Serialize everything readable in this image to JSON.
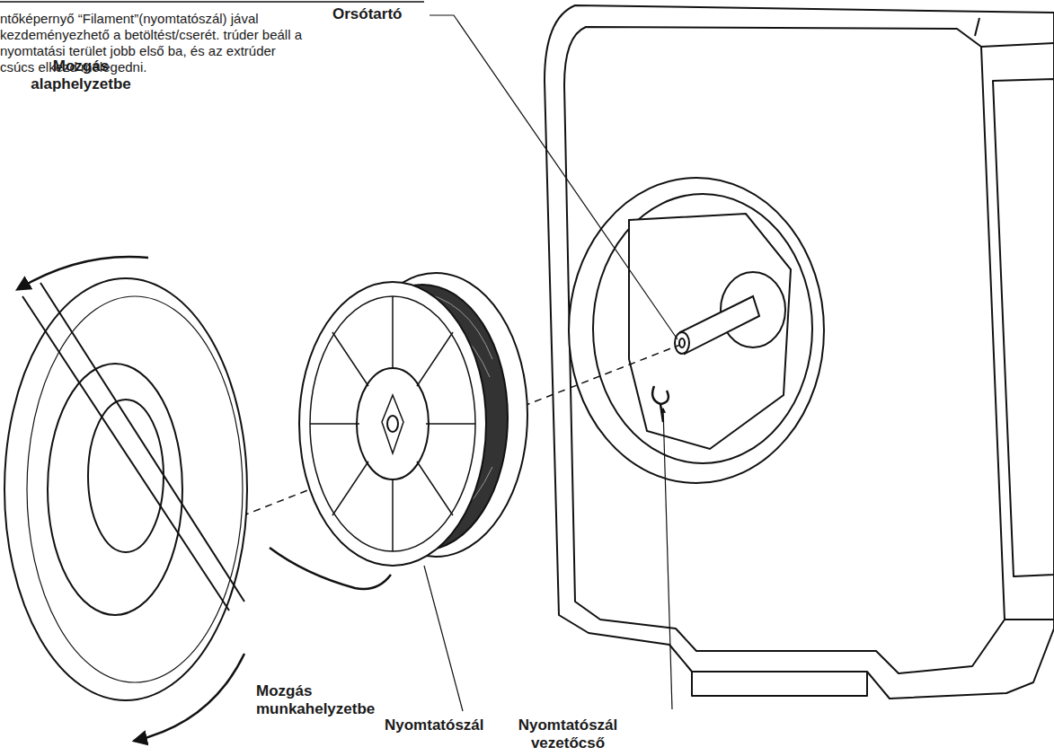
{
  "diagram": {
    "labels": [
      "ntőképernyő “Filament”(nyomtatószál) jával kezdeményezhető a betöltést/cserét. trúder beáll a nyomtatási terület jobb első ba, és az extrúder csúcs elkezd melegedni.",
      "Orsótartó",
      "Mozgás alaphelyzetbe",
      "Nyomtatószál",
      "Nyomtatószál vezetőcső",
      "Mozgás munkahelyzetbe"
    ]
  }
}
